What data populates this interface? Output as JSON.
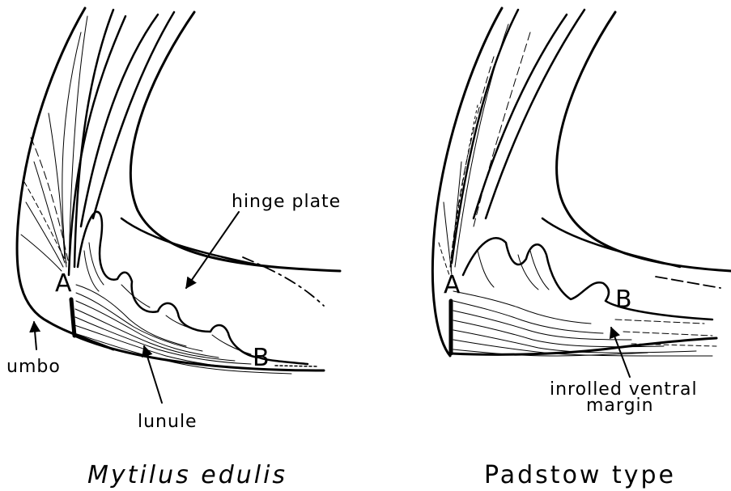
{
  "left": {
    "title": "Mytilus edulis",
    "labels": {
      "hinge_plate": "hinge plate",
      "umbo": "umbo",
      "lunule": "lunule",
      "point_a": "A",
      "point_b": "B"
    }
  },
  "right": {
    "title": "Padstow type",
    "labels": {
      "ventral_line1": "inrolled ventral",
      "ventral_line2": "margin",
      "point_a": "A",
      "point_b": "B"
    }
  },
  "colors": {
    "ink": "#000000",
    "paper": "#ffffff"
  }
}
